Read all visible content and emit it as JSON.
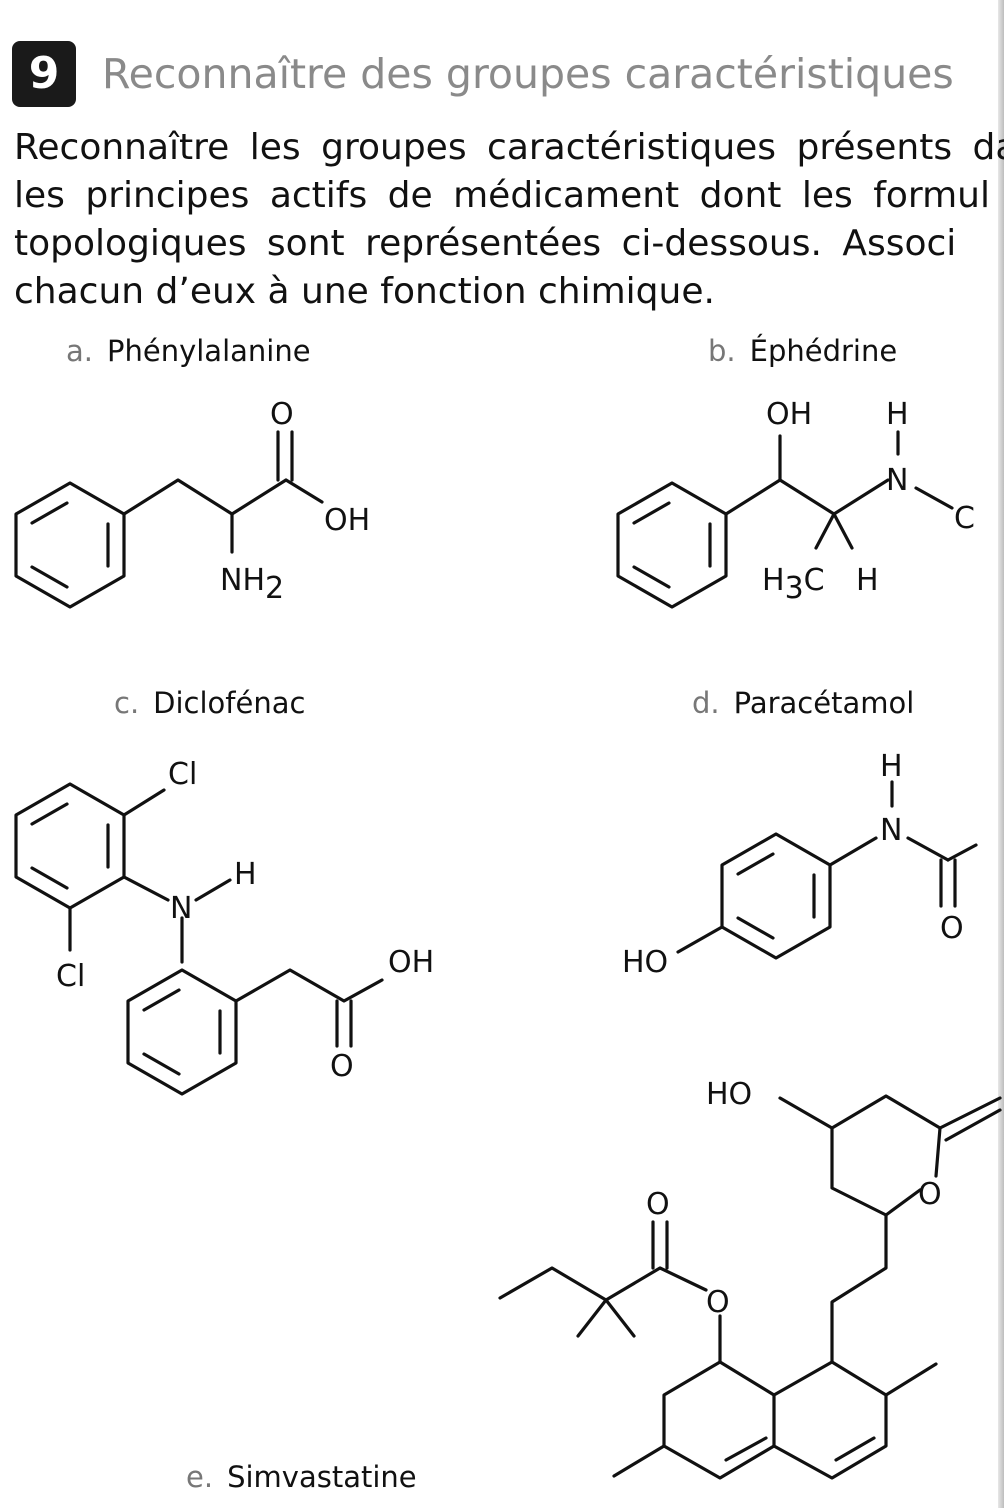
{
  "exercise": {
    "number": "9",
    "title": "Reconnaître des groupes caractéristiques"
  },
  "instructions": {
    "line1": "Reconnaître les groupes caractéristiques présents da",
    "line2": "les principes actifs de médicament dont les formul",
    "line3": "topologiques sont représentées ci-dessous. Associ",
    "line4": "chacun d’eux à une fonction chimique."
  },
  "molecules": {
    "a": {
      "letter": "a.",
      "name": "Phénylalanine"
    },
    "b": {
      "letter": "b.",
      "name": "Éphédrine"
    },
    "c": {
      "letter": "c.",
      "name": "Diclofénac"
    },
    "d": {
      "letter": "d.",
      "name": "Paracétamol"
    },
    "e": {
      "letter": "e.",
      "name": "Simvastatine"
    }
  },
  "atom_labels": {
    "a_O": "O",
    "a_OH": "OH",
    "a_NH": "NH",
    "a_NH_sub": "2",
    "b_OH": "OH",
    "b_H_top": "H",
    "b_N": "N",
    "b_C": "C",
    "b_H3C_H": "H",
    "b_H3C_sub": "3",
    "b_H3C_C": "C",
    "b_H_bottom": "H",
    "c_Cl_top": "Cl",
    "c_Cl_bottom": "Cl",
    "c_N": "N",
    "c_H": "H",
    "c_OH": "OH",
    "c_O": "O",
    "d_H": "H",
    "d_N": "N",
    "d_O": "O",
    "d_HO": "HO",
    "e_HO": "HO",
    "e_O_ring": "O",
    "e_O_carbonyl": "O",
    "e_O_ester": "O"
  }
}
